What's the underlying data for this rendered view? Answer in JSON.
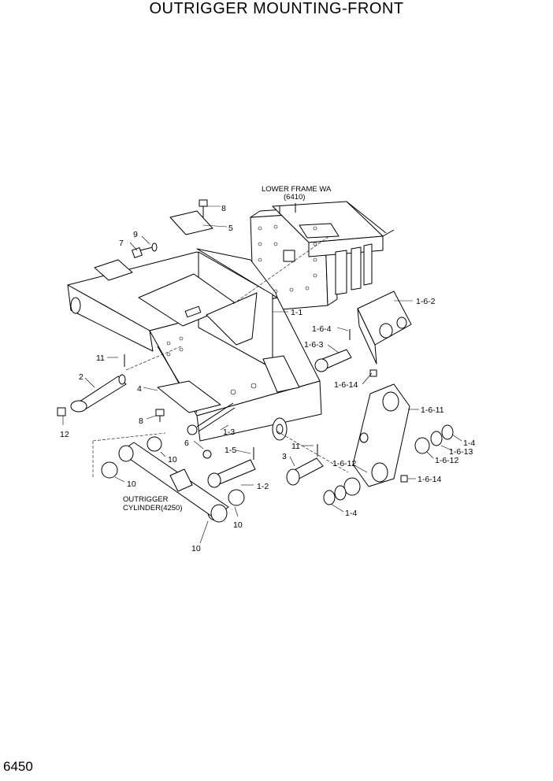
{
  "title": "OUTRIGGER MOUNTING-FRONT",
  "page_number": "6450",
  "references": {
    "lower_frame_line1": "LOWER FRAME WA",
    "lower_frame_line2": "(6410)",
    "cylinder_line1": "OUTRIGGER",
    "cylinder_line2": "CYLINDER(4250)"
  },
  "callouts": {
    "p1_1": "1-1",
    "p1_2": "1-2",
    "p1_3": "1-3",
    "p1_4a": "1-4",
    "p1_4b": "1-4",
    "p1_5": "1-5",
    "p1_6_2": "1-6-2",
    "p1_6_3": "1-6-3",
    "p1_6_4": "1-6-4",
    "p1_6_11": "1-6-11",
    "p1_6_12a": "1-6-12",
    "p1_6_12b": "1-6-12",
    "p1_6_13": "1-6-13",
    "p1_6_14a": "1-6-14",
    "p1_6_14b": "1-6-14",
    "p2": "2",
    "p3": "3",
    "p4": "4",
    "p5": "5",
    "p6": "6",
    "p7": "7",
    "p8a": "8",
    "p8b": "8",
    "p9": "9",
    "p10a": "10",
    "p10b": "10",
    "p10c": "10",
    "p10d": "10",
    "p11a": "11",
    "p11b": "11",
    "p12": "12"
  }
}
